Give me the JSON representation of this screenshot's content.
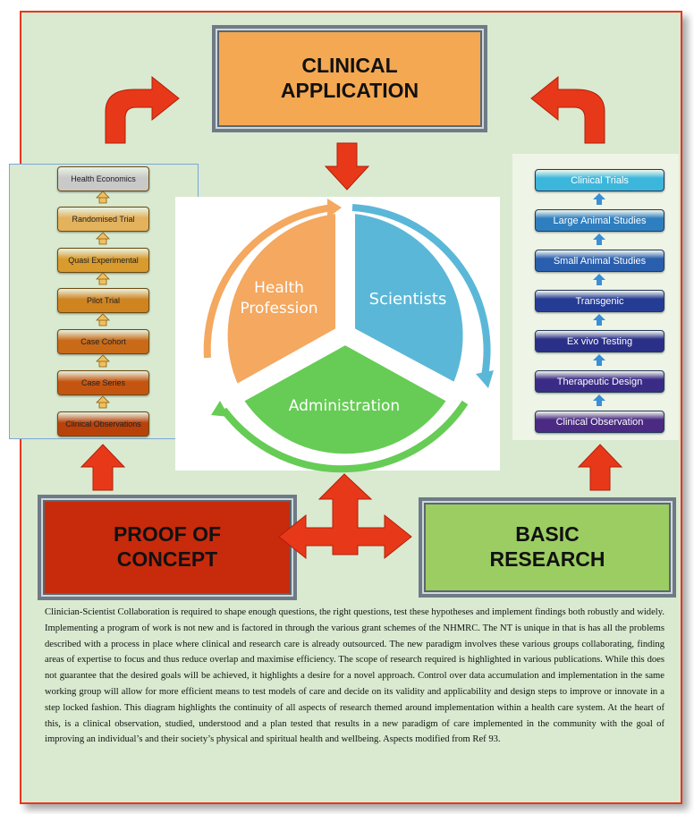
{
  "boxes": {
    "clinical": [
      "CLINICAL",
      "APPLICATION"
    ],
    "proof": [
      "PROOF OF",
      "CONCEPT"
    ],
    "basic": [
      "BASIC",
      "RESEARCH"
    ]
  },
  "left_steps": [
    {
      "label": "Health Economics",
      "color": "#c9c9c9"
    },
    {
      "label": "Randomised Trial",
      "color": "#e3b25c"
    },
    {
      "label": "Quasi Experimental",
      "color": "#d99b2e"
    },
    {
      "label": "Pilot Trial",
      "color": "#cf8420"
    },
    {
      "label": "Case Cohort",
      "color": "#c96a18"
    },
    {
      "label": "Case Series",
      "color": "#c45510"
    },
    {
      "label": "Clinical Observations",
      "color": "#b8420a"
    }
  ],
  "right_steps": [
    {
      "label": "Clinical Trials",
      "color": "#3db6dc"
    },
    {
      "label": "Large Animal Studies",
      "color": "#2f7fc0"
    },
    {
      "label": "Small Animal Studies",
      "color": "#2a5fae"
    },
    {
      "label": "Transgenic",
      "color": "#253c94"
    },
    {
      "label": "Ex vivo Testing",
      "color": "#2a2f88"
    },
    {
      "label": "Therapeutic Design",
      "color": "#3a2c86"
    },
    {
      "label": "Clinical Observation",
      "color": "#4a2a82"
    }
  ],
  "cycle": {
    "health": [
      "Health",
      "Profession"
    ],
    "scientists": "Scientists",
    "administration": "Administration",
    "colors": {
      "health": "#f4a860",
      "scientists": "#5bb7d8",
      "administration": "#66cc55"
    }
  },
  "arrow_color": "#e8381a",
  "paragraph": "Clinician-Scientist Collaboration is required to shape enough questions, the right questions, test these hypotheses and implement findings both robustly and widely. Implementing a program of work is not new and is factored in through the various grant schemes of the NHMRC. The NT is unique in that is has all the problems described with a process in place where clinical and research care is already outsourced. The new paradigm involves these various groups collaborating, finding areas of expertise to focus and thus reduce overlap and maximise efficiency. The scope of research required is highlighted in various publications. While this does not guarantee that the desired goals will be achieved, it highlights a desire for a novel approach. Control over data accumulation and implementation in the same working group will allow for more efficient means to test models of care and decide on its validity and applicability and design steps to improve or innovate in a step locked fashion. This diagram highlights the continuity of all aspects of research themed around implementation within a health care system. At the heart of this, is a clinical observation, studied, understood and a plan tested that results in a new paradigm of care implemented in the community with the goal of improving an individual’s and their society’s physical and spiritual health and wellbeing. Aspects modified from Ref 93."
}
